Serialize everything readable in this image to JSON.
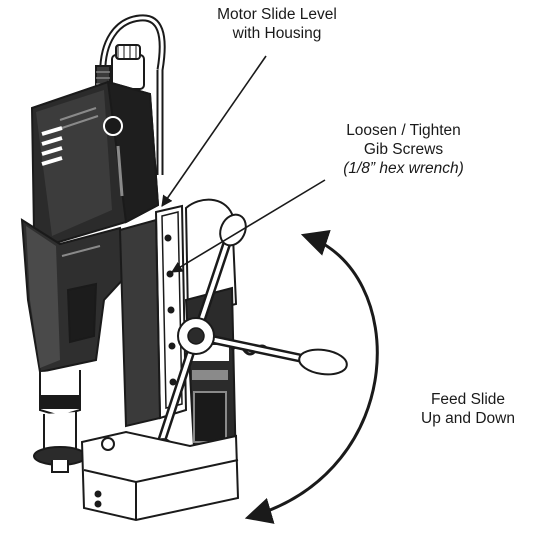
{
  "labels": {
    "motor_slide": {
      "line1": "Motor Slide Level",
      "line2": "with Housing"
    },
    "gib_screws": {
      "line1": "Loosen / Tighten",
      "line2": "Gib Screws",
      "line3": "(1/8” hex wrench)"
    },
    "feed_slide": {
      "line1": "Feed Slide",
      "line2": "Up and Down"
    }
  },
  "colors": {
    "ink": "#1a1a1a",
    "body_dark": "#2b2b2b",
    "body_mid": "#555555",
    "highlight": "#8a8a8a",
    "paper": "#ffffff"
  },
  "icons": {
    "feed_arrow": "double-headed-curved-arrow-icon",
    "leader": "leader-arrow-icon"
  }
}
